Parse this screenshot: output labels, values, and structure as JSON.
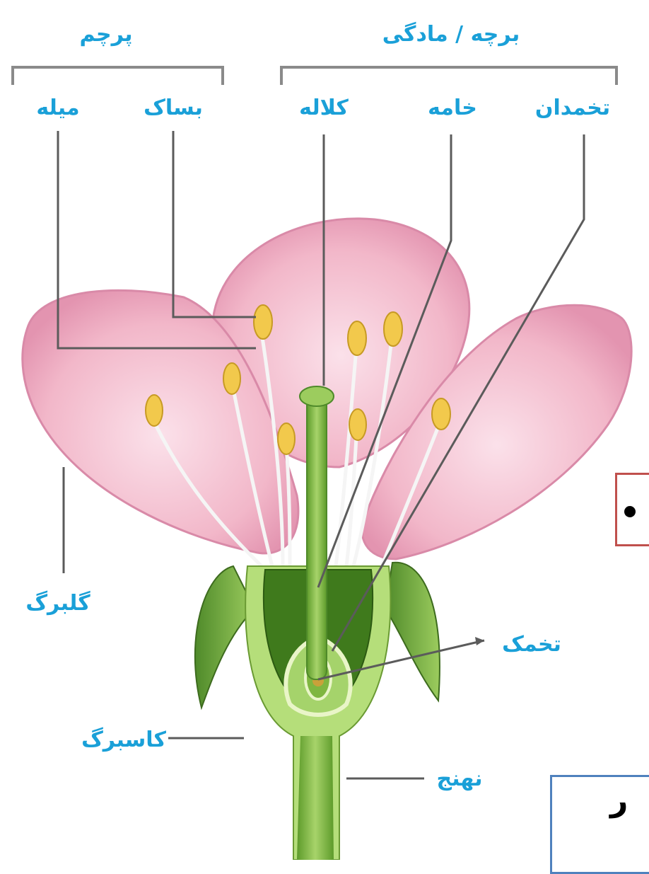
{
  "labels": {
    "stamen": "پرچم",
    "carpel": "برچه / مادگی",
    "filament": "میله",
    "anther": "بساک",
    "stigma": "کلاله",
    "style": "خامه",
    "ovary": "تخمدان",
    "petal": "گلبرگ",
    "ovule": "تخمک",
    "sepal": "کاسبرگ",
    "receptacle": "نهنج"
  },
  "slide": {
    "bottom_box_char": "ر"
  },
  "colors": {
    "label": "#1aa0d8",
    "petal": "#f2b7c9",
    "petal_edge": "#d47f9e",
    "stem": "#7fb640",
    "anther": "#f2c94c",
    "red_box": "#c0504d",
    "blue_box": "#4f81bd"
  }
}
